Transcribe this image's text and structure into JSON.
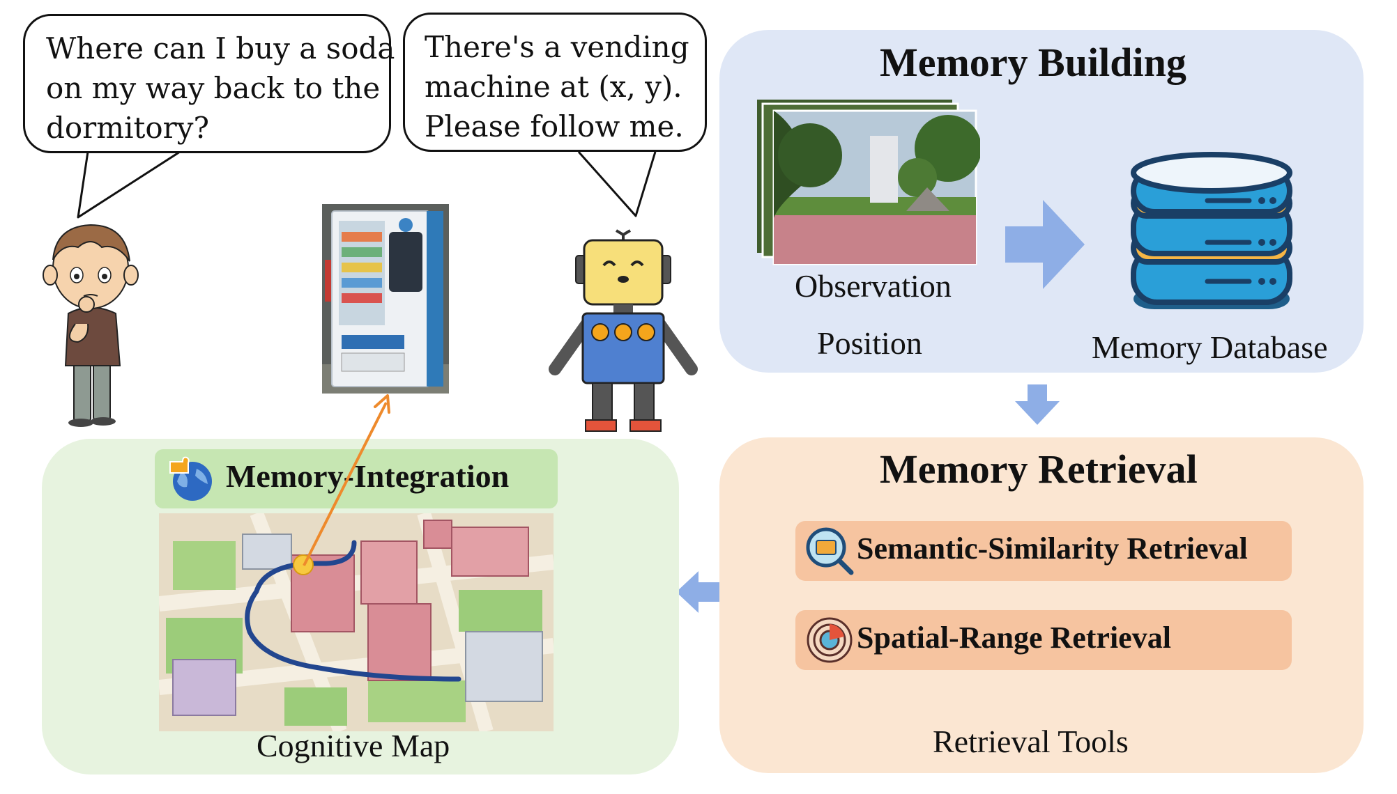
{
  "user_bubble": {
    "lines": [
      "Where can I buy a soda",
      "on my way back to the",
      "dormitory?"
    ]
  },
  "robot_bubble": {
    "lines": [
      "There's a vending",
      "machine at (x, y).",
      "Please follow me."
    ]
  },
  "memory_building": {
    "title": "Memory Building",
    "observation_label": "Observation",
    "position_label": "Position",
    "database_label": "Memory Database"
  },
  "memory_retrieval": {
    "title": "Memory Retrieval",
    "tools": [
      {
        "label": "Semantic-Similarity Retrieval",
        "icon": "magnifier-folder-icon"
      },
      {
        "label": "Spatial-Range Retrieval",
        "icon": "radar-icon"
      }
    ],
    "footer_label": "Retrieval Tools"
  },
  "memory_integration": {
    "title": "Memory-Integration",
    "icon": "puzzle-globe-icon",
    "map_label": "Cognitive Map"
  },
  "colors": {
    "building_panel": "#dfe7f6",
    "retrieval_panel": "#fbe6d2",
    "integration_panel": "#e7f3df",
    "arrow_blue": "#8eaee6",
    "route_blue": "#22468f",
    "pointer_orange": "#ee8a2c",
    "database_blue": "#2a9fd8",
    "database_orange": "#f6b545",
    "marker_yellow": "#f7c940"
  }
}
